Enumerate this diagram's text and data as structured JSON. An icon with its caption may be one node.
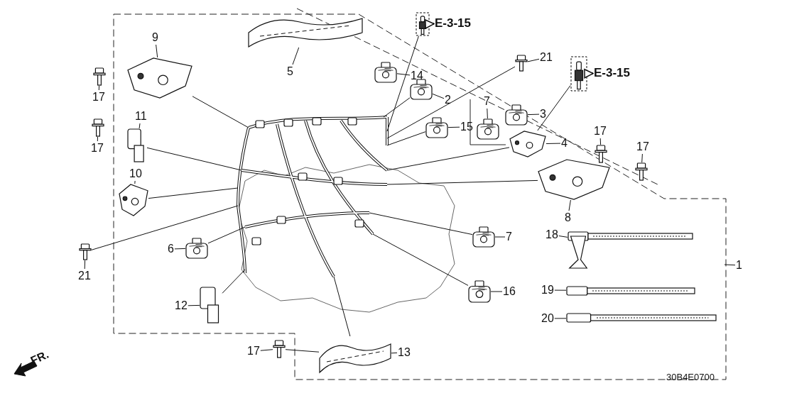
{
  "diagram": {
    "nodes": [
      {
        "text": [],
        "shape": "picture"
      },
      {
        "text": [],
        "shape": "picture"
      },
      {
        "text": [
          "E-3-15"
        ]
      },
      {
        "text": [],
        "shape": "picture"
      },
      {
        "text": [
          "E-3-15"
        ]
      },
      {
        "text": [
          "9"
        ]
      },
      {
        "text": [],
        "shape": "picture"
      },
      {
        "text": [
          "5"
        ]
      },
      {
        "text": [],
        "shape": "picture"
      },
      {
        "text": [
          "14"
        ]
      },
      {
        "text": [],
        "shape": "picture"
      },
      {
        "text": [
          "21"
        ]
      },
      {
        "text": [],
        "shape": "picture"
      },
      {
        "text": [
          "2"
        ]
      },
      {
        "text": [],
        "shape": "picture"
      },
      {
        "text": [
          "7"
        ]
      },
      {
        "text": [],
        "shape": "picture"
      },
      {
        "text": [
          "3"
        ]
      },
      {
        "text": [],
        "shape": "picture"
      },
      {
        "text": [
          "15"
        ]
      },
      {
        "text": [],
        "shape": "picture"
      },
      {
        "text": [
          "4"
        ]
      },
      {
        "text": [],
        "shape": "picture"
      },
      {
        "text": [
          "17"
        ]
      },
      {
        "text": [],
        "shape": "picture"
      },
      {
        "text": [
          "17"
        ]
      },
      {
        "text": [],
        "shape": "picture"
      },
      {
        "text": [
          "11"
        ]
      },
      {
        "text": [],
        "shape": "picture"
      },
      {
        "text": [
          "10"
        ]
      },
      {
        "text": [],
        "shape": "picture"
      },
      {
        "text": [
          "17"
        ]
      },
      {
        "text": [],
        "shape": "picture"
      },
      {
        "text": [
          "17"
        ]
      },
      {
        "text": [],
        "shape": "picture"
      },
      {
        "text": [
          "8"
        ]
      },
      {
        "text": [],
        "shape": "picture"
      },
      {
        "text": [
          "18"
        ]
      },
      {
        "text": [],
        "shape": "picture"
      },
      {
        "text": [
          "1"
        ]
      },
      {
        "text": [
          "7"
        ]
      },
      {
        "text": [],
        "shape": "picture"
      },
      {
        "text": [
          "6"
        ]
      },
      {
        "text": [],
        "shape": "picture"
      },
      {
        "text": [
          "21"
        ]
      },
      {
        "text": [],
        "shape": "picture"
      },
      {
        "text": [
          "12"
        ]
      },
      {
        "text": [],
        "shape": "picture"
      },
      {
        "text": [
          "16"
        ]
      },
      {
        "text": [],
        "shape": "picture"
      },
      {
        "text": [
          "19"
        ]
      },
      {
        "text": [],
        "shape": "picture"
      },
      {
        "text": [
          "20"
        ]
      },
      {
        "text": [],
        "shape": "picture"
      },
      {
        "text": [
          "17"
        ]
      },
      {
        "text": [],
        "shape": "picture"
      },
      {
        "text": [
          "13"
        ]
      },
      {
        "text": [],
        "shape": "picture"
      }
    ],
    "edges": [
      {
        "from": 1,
        "to": 2,
        "arrow": "to"
      },
      {
        "from": 3,
        "to": 4,
        "arrow": "to"
      },
      {
        "from": 1,
        "to": 0,
        "arrow": "none"
      },
      {
        "from": 3,
        "to": 22,
        "arrow": "none"
      },
      {
        "from": 5,
        "to": 6,
        "arrow": "none"
      },
      {
        "from": 7,
        "to": 8,
        "arrow": "none"
      },
      {
        "from": 9,
        "to": 10,
        "arrow": "none"
      },
      {
        "from": 11,
        "to": 12,
        "arrow": "none"
      },
      {
        "from": 13,
        "to": 14,
        "arrow": "none"
      },
      {
        "from": 15,
        "to": 16,
        "arrow": "none"
      },
      {
        "from": 17,
        "to": 18,
        "arrow": "none"
      },
      {
        "from": 19,
        "to": 20,
        "arrow": "none"
      },
      {
        "from": 21,
        "to": 22,
        "arrow": "none"
      },
      {
        "from": 23,
        "to": 24,
        "arrow": "none"
      },
      {
        "from": 25,
        "to": 26,
        "arrow": "none"
      },
      {
        "from": 27,
        "to": 28,
        "arrow": "none"
      },
      {
        "from": 29,
        "to": 30,
        "arrow": "none"
      },
      {
        "from": 31,
        "to": 32,
        "arrow": "none"
      },
      {
        "from": 33,
        "to": 34,
        "arrow": "none"
      },
      {
        "from": 35,
        "to": 36,
        "arrow": "none"
      },
      {
        "from": 37,
        "to": 38,
        "arrow": "none"
      },
      {
        "from": 39,
        "to": null,
        "arrow": "none"
      },
      {
        "from": 40,
        "to": 41,
        "arrow": "none"
      },
      {
        "from": 42,
        "to": 43,
        "arrow": "none"
      },
      {
        "from": 44,
        "to": 45,
        "arrow": "none"
      },
      {
        "from": 46,
        "to": 47,
        "arrow": "none"
      },
      {
        "from": 48,
        "to": 49,
        "arrow": "none"
      },
      {
        "from": 50,
        "to": 51,
        "arrow": "none"
      },
      {
        "from": 52,
        "to": 53,
        "arrow": "none"
      },
      {
        "from": 54,
        "to": 55,
        "arrow": "none"
      },
      {
        "from": 56,
        "to": 57,
        "arrow": "none"
      },
      {
        "from": 55,
        "to": 57,
        "arrow": "none"
      },
      {
        "from": 6,
        "to": 0,
        "arrow": "none"
      },
      {
        "from": 28,
        "to": 0,
        "arrow": "none"
      },
      {
        "from": 30,
        "to": 0,
        "arrow": "none"
      },
      {
        "from": 45,
        "to": 0,
        "arrow": "none"
      },
      {
        "from": 43,
        "to": 0,
        "arrow": "none"
      },
      {
        "from": 47,
        "to": 0,
        "arrow": "none"
      },
      {
        "from": 57,
        "to": 0,
        "arrow": "none"
      },
      {
        "from": 49,
        "to": 0,
        "arrow": "none"
      },
      {
        "from": 41,
        "to": 0,
        "arrow": "none"
      },
      {
        "from": 36,
        "to": 0,
        "arrow": "none"
      },
      {
        "from": 22,
        "to": 0,
        "arrow": "none"
      },
      {
        "from": 12,
        "to": 0,
        "arrow": "none"
      },
      {
        "from": 20,
        "to": 0,
        "arrow": "none"
      },
      {
        "from": 14,
        "to": 0,
        "arrow": "none"
      }
    ],
    "labels": [
      "FR.",
      "30B4E0700"
    ]
  }
}
